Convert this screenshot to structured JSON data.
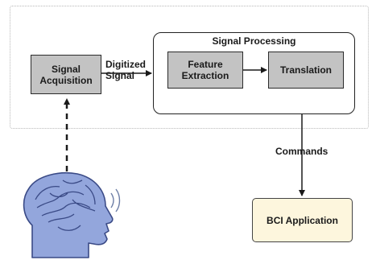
{
  "diagram": {
    "signal_acquisition": "Signal\nAcquisition",
    "digitized_signal": "Digitized\nSignal",
    "signal_processing_title": "Signal Processing",
    "feature_extraction": "Feature\nExtraction",
    "translation": "Translation",
    "commands": "Commands",
    "bci_application": "BCI Application",
    "head_icon": "human-head-brain-icon",
    "colors": {
      "box_fill": "#c3c3c3",
      "app_fill": "#fdf6dd",
      "head_fill": "#93a6dc",
      "head_stroke": "#3a4a86"
    }
  }
}
